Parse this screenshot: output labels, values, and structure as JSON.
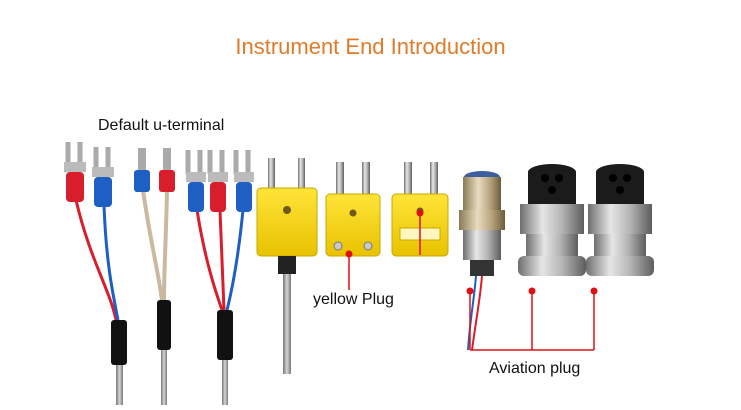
{
  "title": "Instrument End Introduction",
  "labels": {
    "u_terminal": "Default u-terminal",
    "yellow_plug": "yellow Plug",
    "aviation_plug": "Aviation plug"
  },
  "colors": {
    "title": "#e07b29",
    "marker": "#e01010",
    "plug_yellow": "#f2d21a",
    "terminal_red": "#d81e2c",
    "terminal_blue": "#1d5fc2"
  }
}
